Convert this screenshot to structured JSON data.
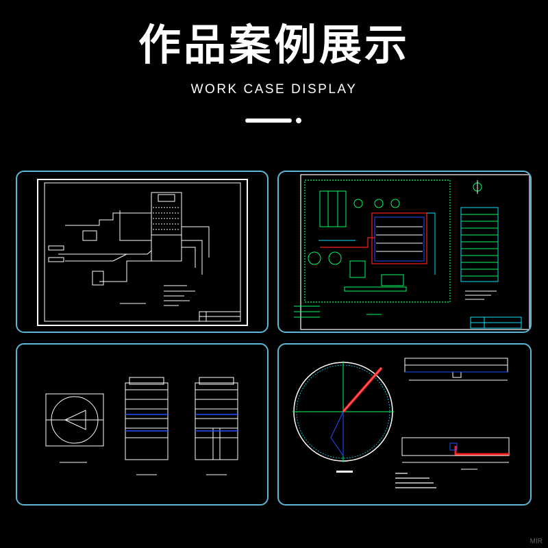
{
  "header": {
    "title": "作品案例展示",
    "subtitle": "WORK CASE DISPLAY"
  },
  "cards": [
    {
      "name": "process-flow-drawing",
      "icon": "cad-drawing-icon"
    },
    {
      "name": "site-plan-drawing",
      "icon": "cad-drawing-icon"
    },
    {
      "name": "tower-elevation-drawing",
      "icon": "cad-drawing-icon"
    },
    {
      "name": "circular-tank-drawing",
      "icon": "cad-drawing-icon"
    }
  ],
  "watermark": "MIR",
  "colors": {
    "background": "#000000",
    "card_border": "#5fb7d6",
    "cad_white": "#ffffff",
    "cad_green": "#00ff66",
    "cad_cyan": "#00e5ff",
    "cad_red": "#ff2020",
    "cad_blue": "#2050ff"
  }
}
